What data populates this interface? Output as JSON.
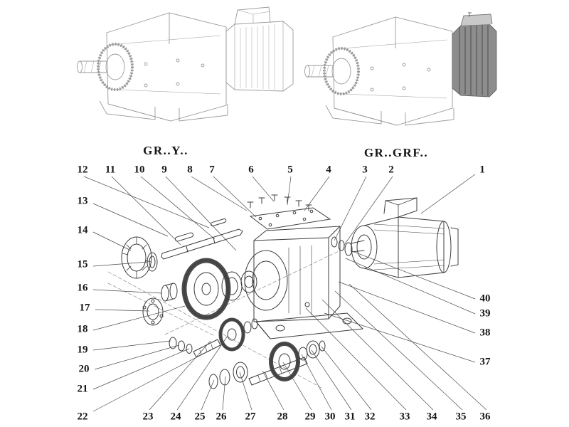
{
  "titles": {
    "left": "GR..Y..",
    "right": "GR..GRF.."
  },
  "callouts": [
    {
      "label": "1"
    },
    {
      "label": "2"
    },
    {
      "label": "3"
    },
    {
      "label": "4"
    },
    {
      "label": "5"
    },
    {
      "label": "6"
    },
    {
      "label": "7"
    },
    {
      "label": "8"
    },
    {
      "label": "9"
    },
    {
      "label": "10"
    },
    {
      "label": "11"
    },
    {
      "label": "12"
    },
    {
      "label": "13"
    },
    {
      "label": "14"
    },
    {
      "label": "15"
    },
    {
      "label": "16"
    },
    {
      "label": "17"
    },
    {
      "label": "18"
    },
    {
      "label": "19"
    },
    {
      "label": "20"
    },
    {
      "label": "21"
    },
    {
      "label": "22"
    },
    {
      "label": "23"
    },
    {
      "label": "24"
    },
    {
      "label": "25"
    },
    {
      "label": "26"
    },
    {
      "label": "27"
    },
    {
      "label": "28"
    },
    {
      "label": "29"
    },
    {
      "label": "30"
    },
    {
      "label": "31"
    },
    {
      "label": "32"
    },
    {
      "label": "33"
    },
    {
      "label": "34"
    },
    {
      "label": "35"
    },
    {
      "label": "36"
    },
    {
      "label": "37"
    },
    {
      "label": "38"
    },
    {
      "label": "39"
    },
    {
      "label": "40"
    }
  ],
  "colors": {
    "line_light": "#9a9a9a",
    "line_dark": "#3c3c3c",
    "leader": "#4a4a4a"
  }
}
